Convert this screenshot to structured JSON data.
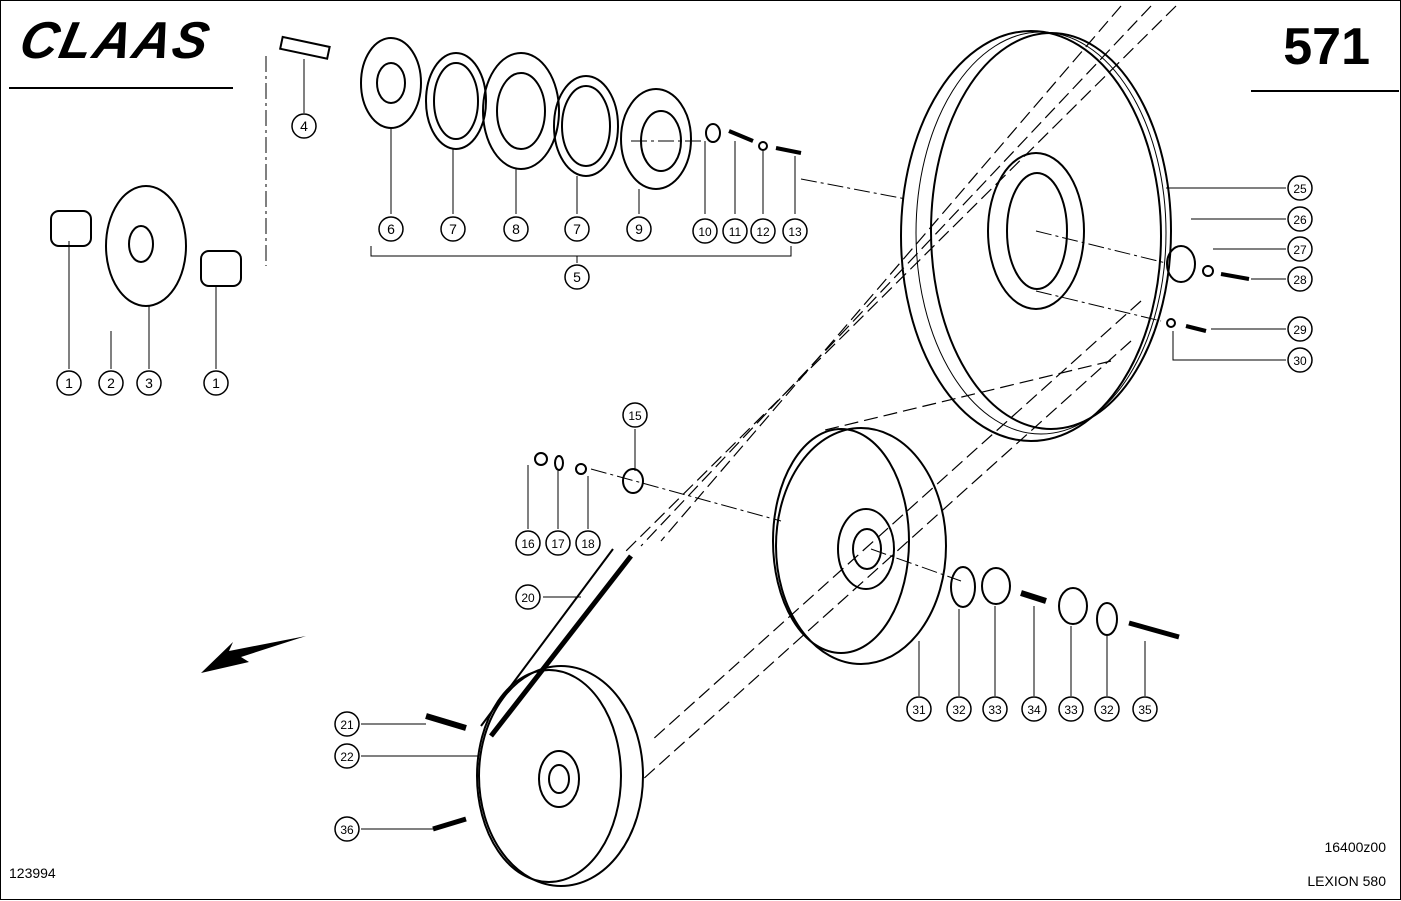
{
  "header": {
    "brand": "CLAAS",
    "page_number": "571"
  },
  "footer": {
    "drawing_ref": "123994",
    "sheet_code": "16400z00",
    "model": "LEXION 580"
  },
  "callouts": [
    "1",
    "2",
    "3",
    "1",
    "4",
    "6",
    "7",
    "8",
    "7",
    "9",
    "10",
    "11",
    "12",
    "13",
    "5",
    "25",
    "26",
    "27",
    "28",
    "29",
    "30",
    "15",
    "16",
    "17",
    "18",
    "20",
    "31",
    "32",
    "33",
    "34",
    "33",
    "32",
    "35",
    "21",
    "22",
    "36"
  ],
  "colors": {
    "ink": "#000000",
    "paper": "#ffffff"
  }
}
